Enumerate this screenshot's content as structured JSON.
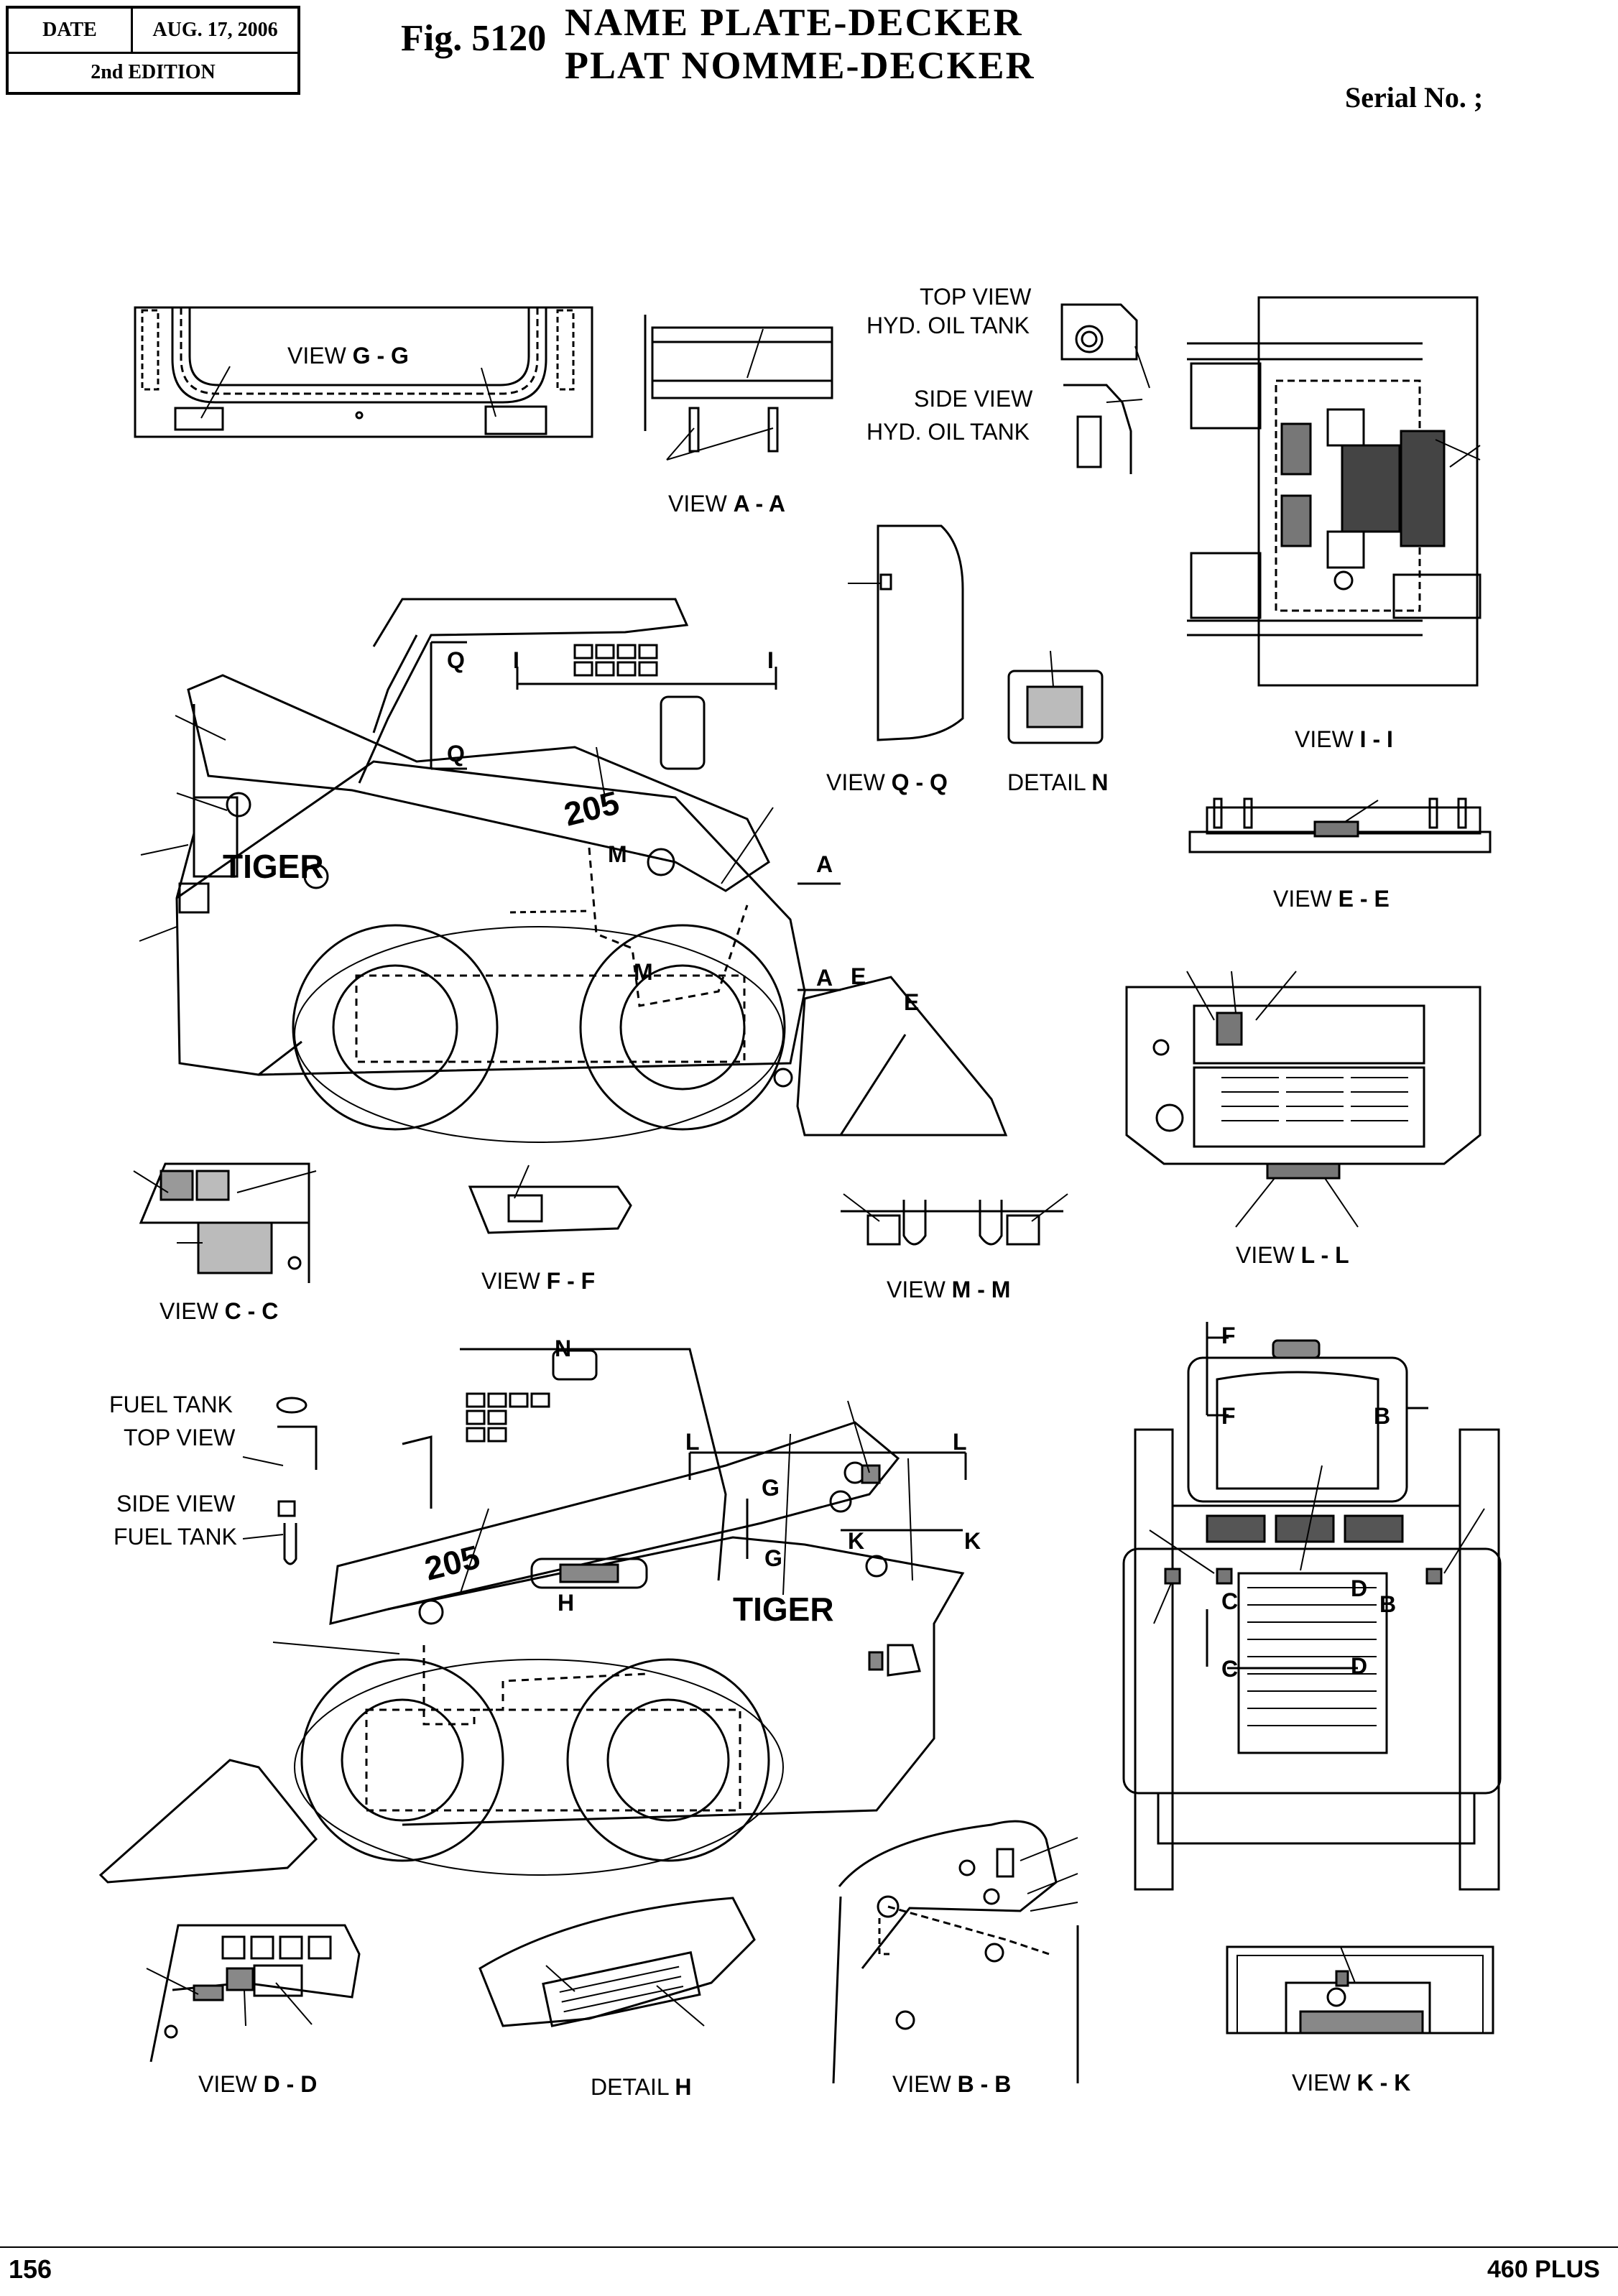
{
  "header": {
    "date_label": "DATE",
    "date_value": "AUG. 17, 2006",
    "edition": "2nd EDITION",
    "fig_number": "Fig. 5120",
    "title_line1": "NAME PLATE-DECKER",
    "title_line2": "PLAT NOMME-DECKER",
    "serial_label": "Serial No. ;"
  },
  "views": {
    "gg": {
      "label": "VIEW",
      "id": "G - G"
    },
    "aa": {
      "label": "VIEW",
      "id": "A - A"
    },
    "top_view": "TOP VIEW",
    "hyd_tank_1": "HYD. OIL TANK",
    "side_view": "SIDE VIEW",
    "hyd_tank_2": "HYD. OIL TANK",
    "ii": {
      "label": "VIEW",
      "id": "I - I"
    },
    "qq": {
      "label": "VIEW",
      "id": "Q - Q"
    },
    "detail_n": {
      "label": "DETAIL",
      "id": "N"
    },
    "ee": {
      "label": "VIEW",
      "id": "E - E"
    },
    "ll": {
      "label": "VIEW",
      "id": "L - L"
    },
    "cc": {
      "label": "VIEW",
      "id": "C - C"
    },
    "ff": {
      "label": "VIEW",
      "id": "F - F"
    },
    "mm": {
      "label": "VIEW",
      "id": "M - M"
    },
    "fuel_top_1": "FUEL TANK",
    "fuel_top_2": "TOP VIEW",
    "fuel_side_1": "SIDE VIEW",
    "fuel_side_2": "FUEL TANK",
    "dd": {
      "label": "VIEW",
      "id": "D - D"
    },
    "detail_h": {
      "label": "DETAIL",
      "id": "H"
    },
    "bb": {
      "label": "VIEW",
      "id": "B - B"
    },
    "kk": {
      "label": "VIEW",
      "id": "K - K"
    }
  },
  "markers": {
    "Q": "Q",
    "I": "I",
    "M": "M",
    "A": "A",
    "E": "E",
    "N": "N",
    "L": "L",
    "G": "G",
    "K": "K",
    "H": "H",
    "F": "F",
    "B": "B",
    "C": "C",
    "D": "D"
  },
  "decals": {
    "model_decal": "205",
    "brand_decal": "TIGER"
  },
  "footer": {
    "page_number": "156",
    "model": "460 PLUS"
  }
}
